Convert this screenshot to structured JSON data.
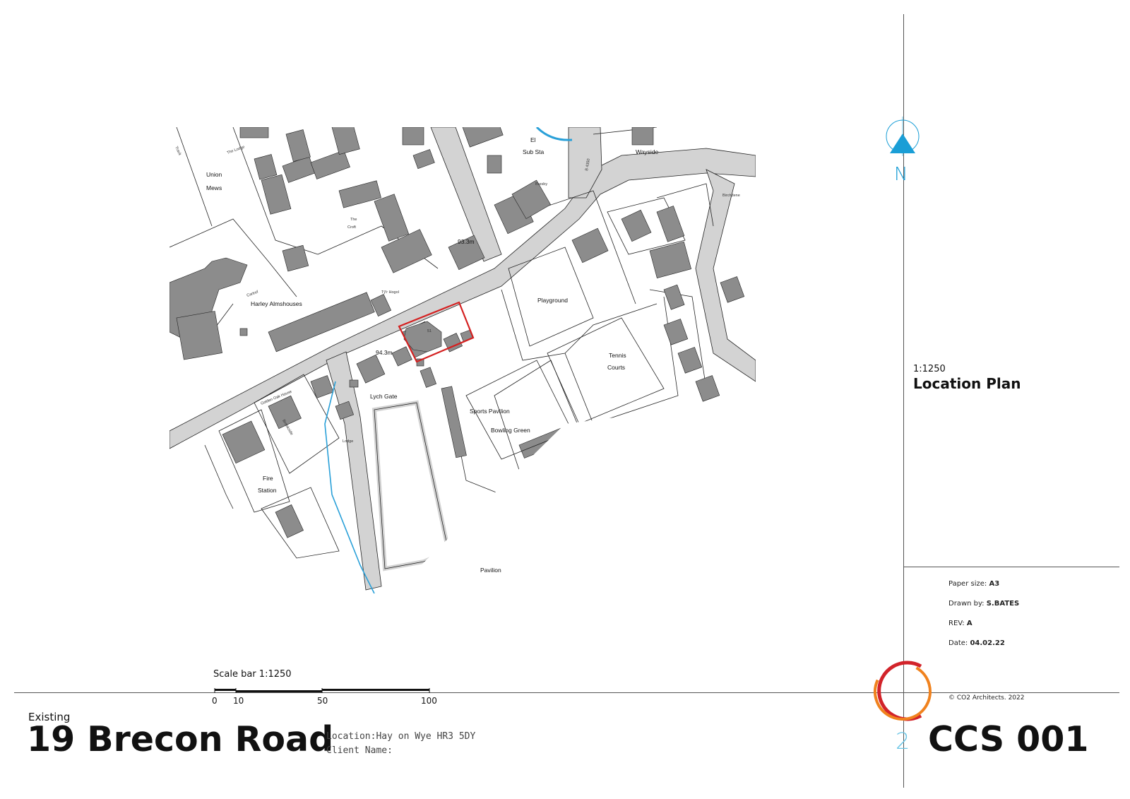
{
  "map": {
    "labels": {
      "union_mews_1": "Union",
      "union_mews_2": "Mews",
      "track": "Track",
      "the_lodge": "The Lodge",
      "the_croft_1": "The",
      "the_croft_2": "Croft",
      "el_1": "El",
      "el_2": "Sub Sta",
      "wayside": "Wayside",
      "b4350": "B 4350",
      "bredby": "Bresby",
      "birchdene": "Birchdene",
      "spot_93": "93.3m",
      "cartref": "Cartref",
      "harley": "Harley Almshouses",
      "playground": "Playground",
      "tennis_1": "Tennis",
      "tennis_2": "Courts",
      "spot_94": "94.3m",
      "lych_gate": "Lych Gate",
      "golden_oak": "Golden Oak House",
      "sports_pavilion": "Sports Pavilion",
      "bowling_green": "Bowling Green",
      "brookside": "Brookside",
      "lodge": "Lodge",
      "fire_1": "Fire",
      "fire_2": "Station",
      "pavilion": "Pavilion",
      "tyr_hogol": "Tŷ'r Hogol",
      "site_no": "51"
    },
    "site_outline_color": "#d42020",
    "building_color": "#8c8c8c",
    "road_color": "#d3d3d3",
    "stream_color": "#2aa0d8"
  },
  "north_arrow": {
    "letter": "N",
    "icon": "north-arrow-icon",
    "color": "#1a9ed6"
  },
  "drawing": {
    "scale": "1:1250",
    "title": "Location Plan"
  },
  "scale_bar": {
    "label": "Scale bar 1:1250",
    "ticks": [
      "0",
      "10",
      "50",
      "100"
    ]
  },
  "meta": {
    "paper_label": "Paper size:",
    "paper_value": "A3",
    "drawn_label": "Drawn by:",
    "drawn_value": "S.BATES",
    "rev_label": "REV:",
    "rev_value": "A",
    "date_label": "Date:",
    "date_value": "04.02.22",
    "copyright": "© CO2 Architects. 2022"
  },
  "project": {
    "status": "Existing",
    "name": "19 Brecon Road",
    "location": "Location:Hay on Wye HR3 5DY",
    "client": "Client Name:"
  },
  "logo": {
    "digit": "2",
    "colors": [
      "#d2232a",
      "#f0821e",
      "#6cc6e6"
    ]
  },
  "drawing_number": "CCS 001"
}
